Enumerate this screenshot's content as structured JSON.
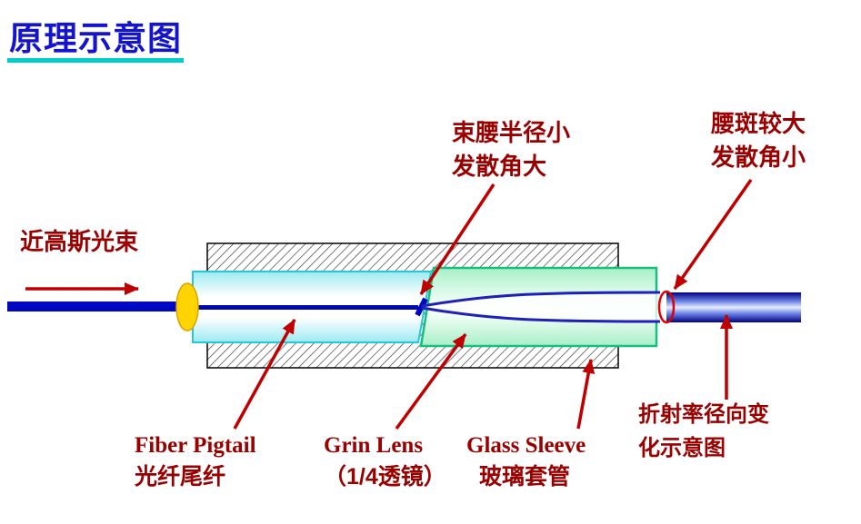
{
  "title": {
    "text": "原理示意图"
  },
  "annotations": {
    "beam_waist": [
      "束腰半径小",
      "发散角大"
    ],
    "output_spot": [
      "腰斑较大",
      "发散角小"
    ],
    "input_beam": "近高斯光束",
    "index_profile": [
      "折射率径向变",
      "化示意图"
    ]
  },
  "components": {
    "fiber_pigtail": {
      "en": "Fiber Pigtail",
      "zh": "光纤尾纤"
    },
    "grin_lens": {
      "en": "Grin Lens",
      "zh": "（1/4透镜）"
    },
    "glass_sleeve": {
      "en": "Glass Sleeve",
      "zh": "玻璃套管"
    }
  },
  "colors": {
    "title_blue": "#1414CC",
    "title_underline_teal": "#00CCCC",
    "annotation_red": "#990000",
    "arrow_red": "#C00000",
    "fiber_blue": "#0008C0",
    "pigtail_border_cyan": "#27C7D4",
    "lens_border_green": "#17BF7E",
    "endface_yellow": "#FFD400",
    "waist_marker_red": "#E00000"
  }
}
